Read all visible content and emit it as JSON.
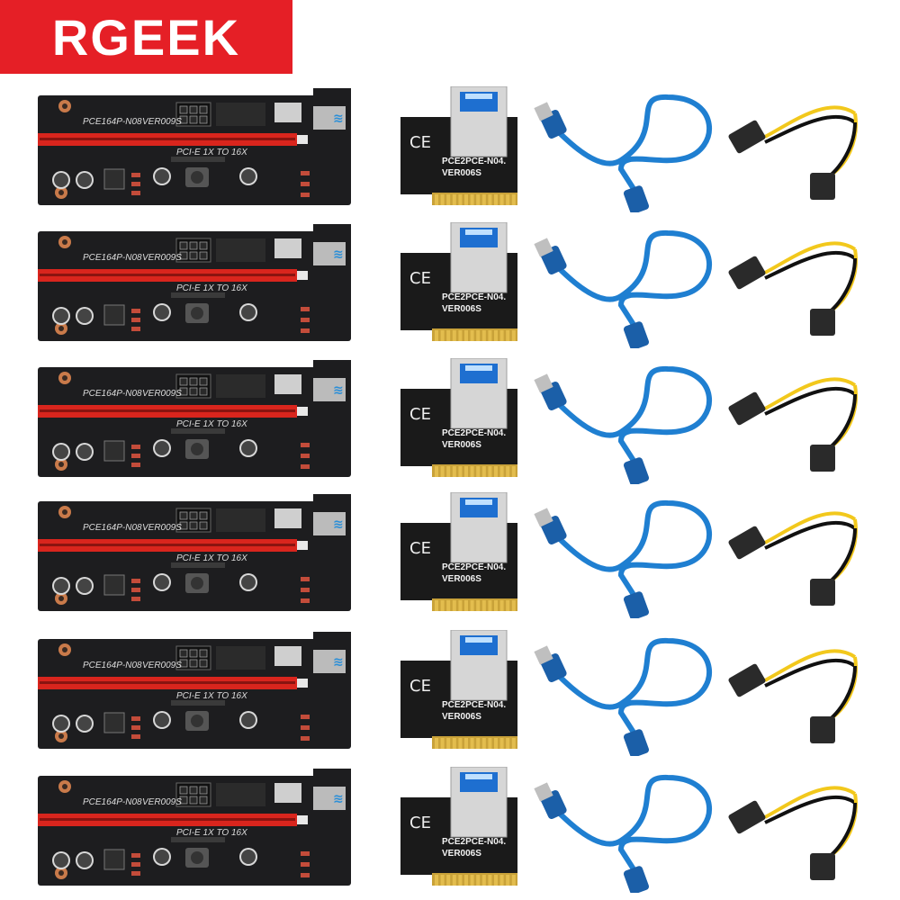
{
  "brand": {
    "logo_text": "RGEEK",
    "logo_color": "#e51f26"
  },
  "colors": {
    "pcb": "#1d1d1f",
    "pcie_slot": "#d9251d",
    "usb_cable": "#1f7fd1",
    "wire_yellow": "#f2c81c",
    "wire_black": "#111111",
    "gold_fingers": "#c9a239"
  },
  "product_rows": [
    {
      "riser_model": "PCE164P-N08",
      "riser_version": "VER009S",
      "riser_caption": "PCI-E 1X TO 16X",
      "adapter_model": "PCE2PCE-N04.",
      "adapter_version": "VER006S"
    },
    {
      "riser_model": "PCE164P-N08",
      "riser_version": "VER009S",
      "riser_caption": "PCI-E 1X TO 16X",
      "adapter_model": "PCE2PCE-N04.",
      "adapter_version": "VER006S"
    },
    {
      "riser_model": "PCE164P-N08",
      "riser_version": "VER009S",
      "riser_caption": "PCI-E 1X TO 16X",
      "adapter_model": "PCE2PCE-N04.",
      "adapter_version": "VER006S"
    },
    {
      "riser_model": "PCE164P-N08",
      "riser_version": "VER009S",
      "riser_caption": "PCI-E 1X TO 16X",
      "adapter_model": "PCE2PCE-N04.",
      "adapter_version": "VER006S"
    },
    {
      "riser_model": "PCE164P-N08",
      "riser_version": "VER009S",
      "riser_caption": "PCI-E 1X TO 16X",
      "adapter_model": "PCE2PCE-N04.",
      "adapter_version": "VER006S"
    },
    {
      "riser_model": "PCE164P-N08",
      "riser_version": "VER009S",
      "riser_caption": "PCI-E 1X TO 16X",
      "adapter_model": "PCE2PCE-N04.",
      "adapter_version": "VER006S"
    }
  ]
}
